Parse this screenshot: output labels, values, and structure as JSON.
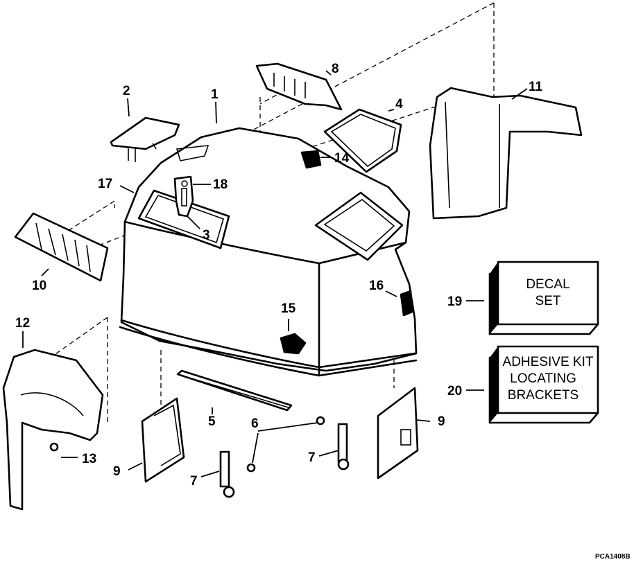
{
  "callouts": {
    "c1": "1",
    "c2": "2",
    "c3": "3",
    "c4": "4",
    "c5": "5",
    "c6": "6",
    "c7a": "7",
    "c7b": "7",
    "c8": "8",
    "c9a": "9",
    "c9b": "9",
    "c10": "10",
    "c11": "11",
    "c12": "12",
    "c13": "13",
    "c14": "14",
    "c15": "15",
    "c16": "16",
    "c17": "17",
    "c18": "18",
    "c19": "19",
    "c20": "20"
  },
  "decal_box": {
    "line1": "DECAL",
    "line2": "SET"
  },
  "adhesive_box": {
    "line1": "ADHESIVE KIT",
    "line2": "LOCATING",
    "line3": "BRACKETS"
  },
  "reference_code": "PCA1408B"
}
